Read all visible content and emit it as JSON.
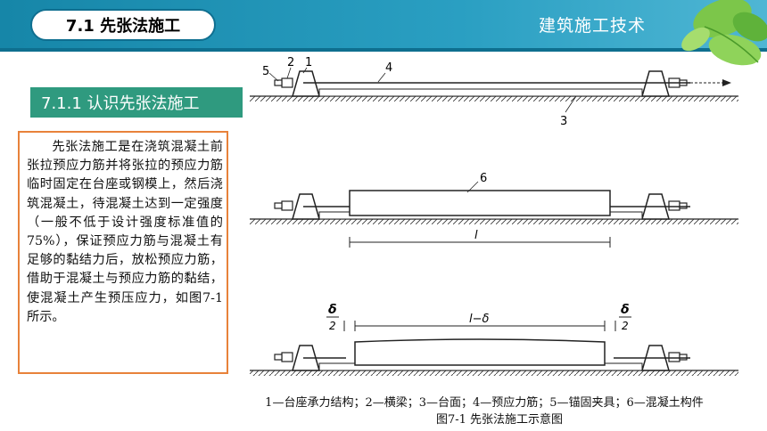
{
  "header": {
    "section": "7.1  先张法施工",
    "topic": "建筑施工技术"
  },
  "subsection": "7.1.1  认识先张法施工",
  "body_text": "先张法施工是在浇筑混凝土前张拉预应力筋并将张拉的预应力筋临时固定在台座或钢模上，然后浇筑混凝土，待混凝土达到一定强度（一般不低于设计强度标准值的75%），保证预应力筋与混凝土有足够的黏结力后，放松预应力筋，借助于混凝土与预应力筋的黏结，使混凝土产生预压应力，如图7-1所示。",
  "figure": {
    "labels": {
      "n1": "1",
      "n2": "2",
      "n3": "3",
      "n4": "4",
      "n5": "5",
      "n6": "6",
      "dim_l": "l",
      "dim_l_delta": "l−δ",
      "delta": "δ",
      "two": "2"
    },
    "legend": "1—台座承力结构；2—横梁；3—台面；4—预应力筋；5—锚固夹具；6—混凝土构件",
    "caption": "图7-1  先张法施工示意图"
  },
  "colors": {
    "header": "#2a9fc2",
    "subsection": "#2f9a7f",
    "box_border": "#e8823a"
  }
}
